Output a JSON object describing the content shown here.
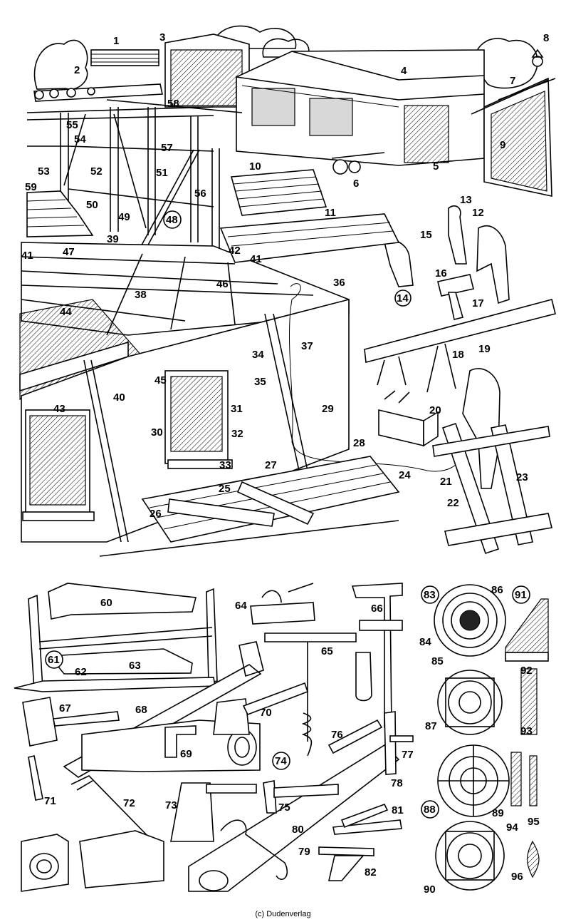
{
  "credit": "(c) Dudenverlag",
  "labels": {
    "n1": "1",
    "n2": "2",
    "n3": "3",
    "n4": "4",
    "n5": "5",
    "n6": "6",
    "n7": "7",
    "n8": "8",
    "n9": "9",
    "n10": "10",
    "n11": "11",
    "n12": "12",
    "n13": "13",
    "n14": "14",
    "n15": "15",
    "n16": "16",
    "n17": "17",
    "n18": "18",
    "n19": "19",
    "n20": "20",
    "n21": "21",
    "n22": "22",
    "n23": "23",
    "n24": "24",
    "n25": "25",
    "n26": "26",
    "n27": "27",
    "n28": "28",
    "n29": "29",
    "n30": "30",
    "n31": "31",
    "n32": "32",
    "n33": "33",
    "n34": "34",
    "n35": "35",
    "n36": "36",
    "n37": "37",
    "n38": "38",
    "n39": "39",
    "n40": "40",
    "n41": "41",
    "n42": "42",
    "n43": "43",
    "n44": "44",
    "n45": "45",
    "n46": "46",
    "n47": "47",
    "n48": "48",
    "n49": "49",
    "n50": "50",
    "n51": "51",
    "n52": "52",
    "n53": "53",
    "n54": "54",
    "n55": "55",
    "n56": "56",
    "n57": "57",
    "n58": "58",
    "n59": "59",
    "n60": "60",
    "n61": "61",
    "n62": "62",
    "n63": "63",
    "n64": "64",
    "n65": "65",
    "n66": "66",
    "n67": "67",
    "n68": "68",
    "n69": "69",
    "n70": "70",
    "n71": "71",
    "n72": "72",
    "n73": "73",
    "n74": "74",
    "n75": "75",
    "n76": "76",
    "n77": "77",
    "n78": "78",
    "n79": "79",
    "n80": "80",
    "n81": "81",
    "n82": "82",
    "n83": "83",
    "n84": "84",
    "n85": "85",
    "n86": "86",
    "n87": "87",
    "n88": "88",
    "n89": "89",
    "n90": "90",
    "n91": "91",
    "n92": "92",
    "n93": "93",
    "n94": "94",
    "n95": "95",
    "n96": "96"
  }
}
